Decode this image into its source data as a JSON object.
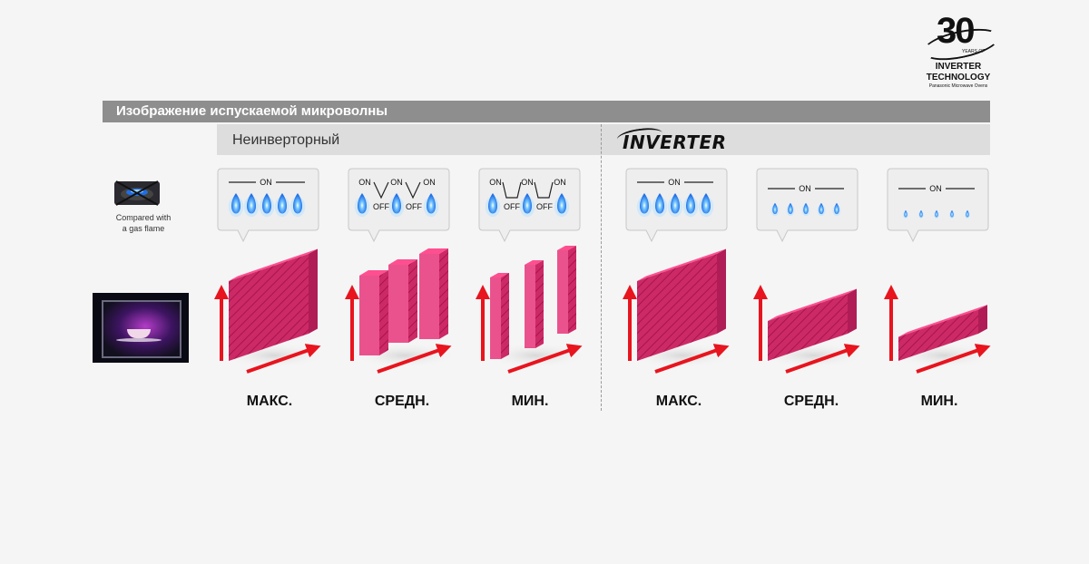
{
  "header": {
    "title": "Изображение испускаемой микроволны",
    "non_inverter_label": "Неинверторный",
    "inverter_label": "INVERTER"
  },
  "logo": {
    "number": "30",
    "years_of": "YEARS OF",
    "line1": "INVERTER",
    "line2": "TECHNOLOGY",
    "line3": "Panasonic Microwave Ovens"
  },
  "gas_caption": {
    "line1": "Compared with",
    "line2": "a gas flame"
  },
  "states": {
    "on": "ON",
    "off": "OFF"
  },
  "colors": {
    "wave": "#e0306e",
    "arrow": "#e8141e",
    "flame_core": "#1e6ee6",
    "flame_glow": "#78c8ff"
  },
  "columns": [
    {
      "id": "noninv-max",
      "group": "non-inverter",
      "label": "МАКС.",
      "mode": "continuous",
      "flame_level": 1.0,
      "wave_height": 1.0
    },
    {
      "id": "noninv-mid",
      "group": "non-inverter",
      "label": "СРЕДН.",
      "mode": "pulse",
      "flame_level": 1.0,
      "wave_height": 1.0
    },
    {
      "id": "noninv-min",
      "group": "non-inverter",
      "label": "МИН.",
      "mode": "pulse-long",
      "flame_level": 1.0,
      "wave_height": 1.0
    },
    {
      "id": "inv-max",
      "group": "inverter",
      "label": "МАКС.",
      "mode": "continuous",
      "flame_level": 1.0,
      "wave_height": 1.0
    },
    {
      "id": "inv-mid",
      "group": "inverter",
      "label": "СРЕДН.",
      "mode": "continuous",
      "flame_level": 0.55,
      "wave_height": 0.5
    },
    {
      "id": "inv-min",
      "group": "inverter",
      "label": "МИН.",
      "mode": "continuous",
      "flame_level": 0.35,
      "wave_height": 0.3
    }
  ]
}
